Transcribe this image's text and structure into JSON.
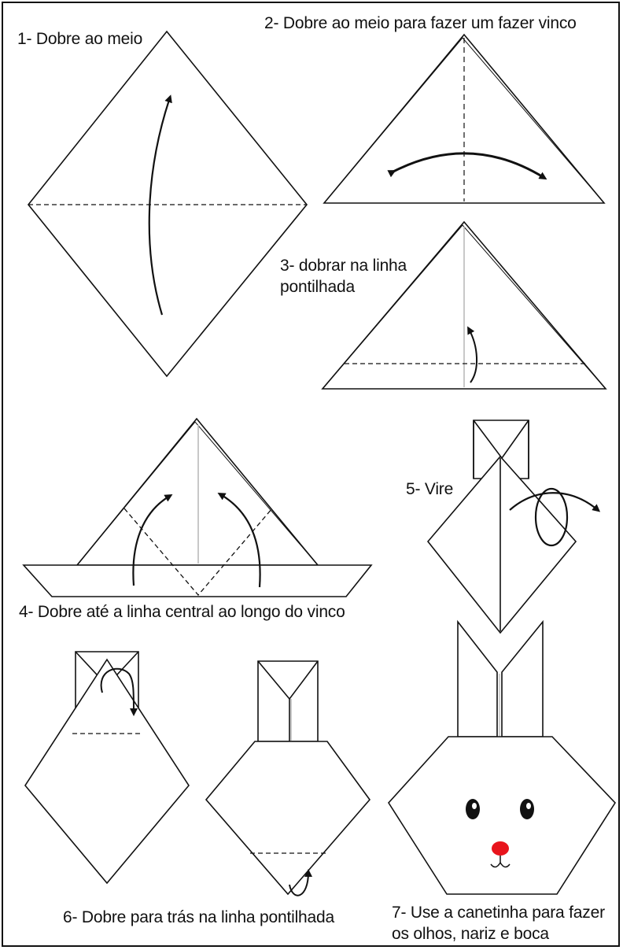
{
  "steps": {
    "step1": "1- Dobre ao meio",
    "step2": "2- Dobre ao meio para fazer um fazer vinco",
    "step3_line1": "3- dobrar na linha",
    "step3_line2": "pontilhada",
    "step4": "4- Dobre até a linha central ao longo do vinco",
    "step5": "5- Vire",
    "step6": "6- Dobre para trás na linha pontilhada",
    "step7_line1": "7- Use a canetinha para fazer",
    "step7_line2": "os olhos, nariz e boca"
  },
  "colors": {
    "line": "#111111",
    "fold_crease": "#bbbbbb",
    "nose": "#e8141c"
  }
}
